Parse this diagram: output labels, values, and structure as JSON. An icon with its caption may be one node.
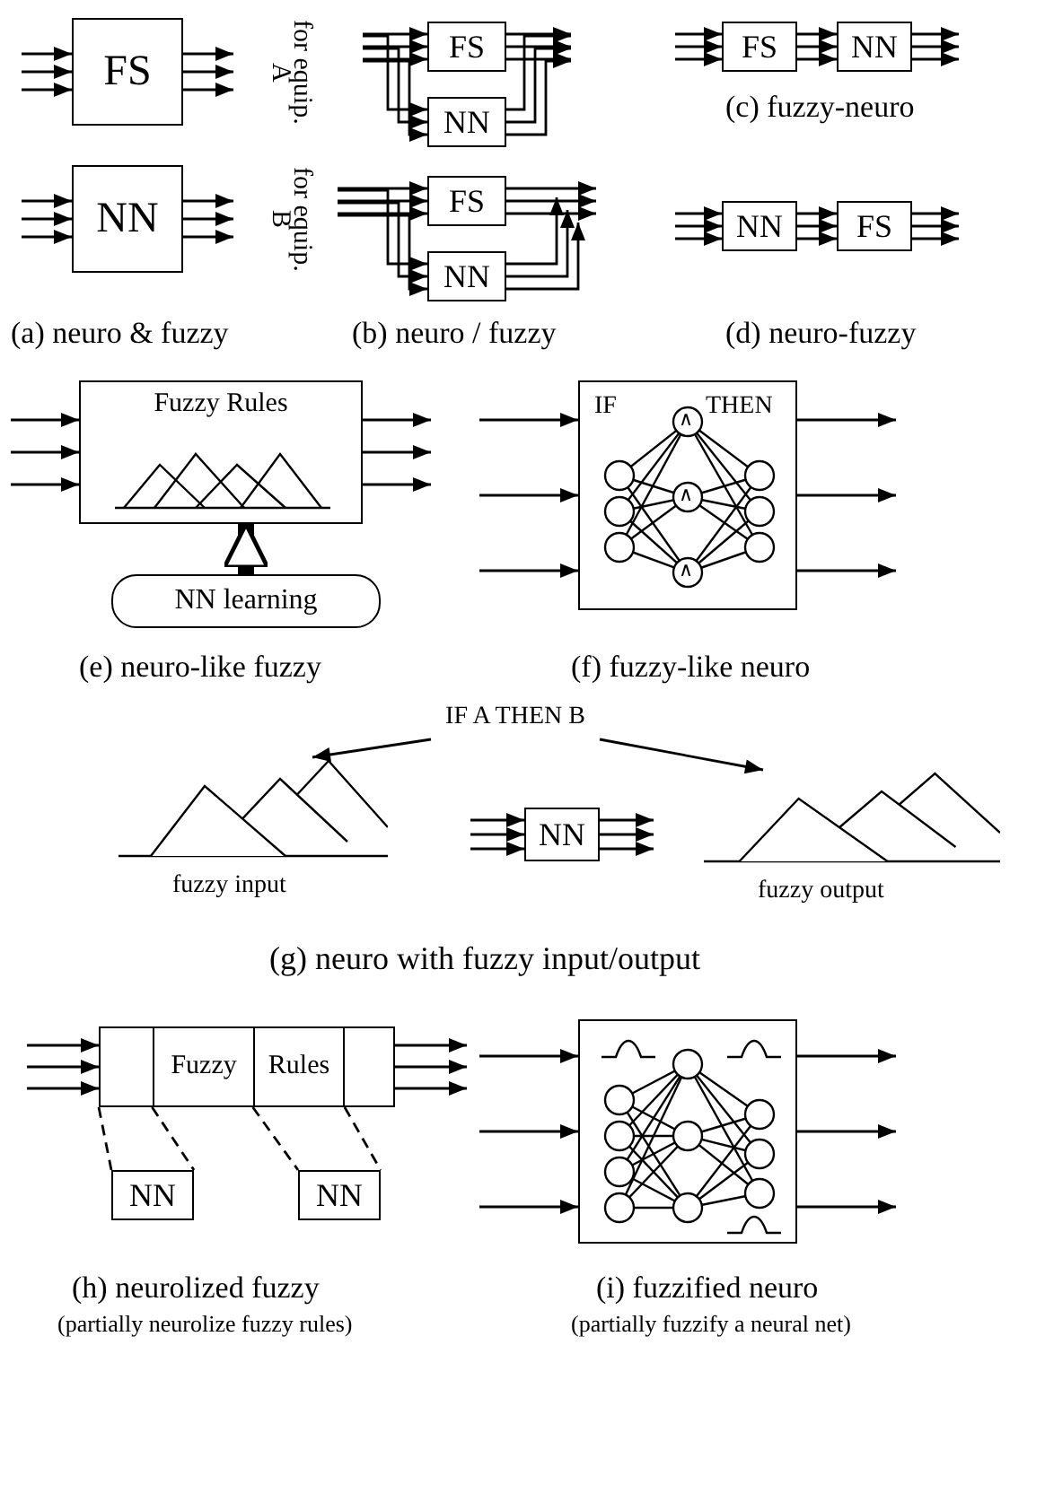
{
  "diagram": {
    "nodes": [
      {
        "text": [
          "FS"
        ]
      },
      {
        "text": [
          "NN"
        ]
      },
      {
        "text": [
          "FS"
        ]
      },
      {
        "text": [
          "NN"
        ]
      },
      {
        "text": [
          "FS"
        ]
      },
      {
        "text": [
          "NN"
        ]
      },
      {
        "text": [
          "FS"
        ]
      },
      {
        "text": [
          "NN"
        ]
      },
      {
        "text": [
          "NN"
        ]
      },
      {
        "text": [
          "FS"
        ]
      },
      {
        "text": [
          "Fuzzy Rules"
        ]
      },
      {
        "text": [
          "NN learning"
        ]
      },
      {
        "text": [
          "IF",
          "THEN"
        ]
      },
      {
        "text": [
          "IF A THEN B"
        ]
      },
      {
        "text": [],
        "shape": "picture",
        "beside": [
          "fuzzy input"
        ]
      },
      {
        "text": [
          "NN"
        ]
      },
      {
        "text": [],
        "shape": "picture",
        "beside": [
          "fuzzy output"
        ]
      },
      {
        "text": [
          "Fuzzy",
          "Rules"
        ]
      },
      {
        "text": [
          "NN"
        ]
      },
      {
        "text": [
          "NN"
        ]
      },
      {
        "text": [],
        "shape": "box"
      }
    ],
    "edges": [
      {
        "from": null,
        "to": 0,
        "arrow": "to"
      },
      {
        "from": null,
        "to": 0,
        "arrow": "to"
      },
      {
        "from": null,
        "to": 0,
        "arrow": "to"
      },
      {
        "from": 0,
        "to": null,
        "arrow": "to"
      },
      {
        "from": 0,
        "to": null,
        "arrow": "to"
      },
      {
        "from": 0,
        "to": null,
        "arrow": "to"
      },
      {
        "from": null,
        "to": 1,
        "arrow": "to"
      },
      {
        "from": null,
        "to": 1,
        "arrow": "to"
      },
      {
        "from": null,
        "to": 1,
        "arrow": "to"
      },
      {
        "from": 1,
        "to": null,
        "arrow": "to"
      },
      {
        "from": 1,
        "to": null,
        "arrow": "to"
      },
      {
        "from": 1,
        "to": null,
        "arrow": "to"
      },
      {
        "from": null,
        "to": 2,
        "arrow": "to"
      },
      {
        "from": null,
        "to": 2,
        "arrow": "to"
      },
      {
        "from": null,
        "to": 2,
        "arrow": "to"
      },
      {
        "from": null,
        "to": 3,
        "arrow": "to"
      },
      {
        "from": null,
        "to": 3,
        "arrow": "to"
      },
      {
        "from": null,
        "to": 3,
        "arrow": "to"
      },
      {
        "from": 2,
        "to": null,
        "arrow": "to"
      },
      {
        "from": 2,
        "to": null,
        "arrow": "to"
      },
      {
        "from": 2,
        "to": null,
        "arrow": "to"
      },
      {
        "from": 3,
        "to": null,
        "arrow": "to"
      },
      {
        "from": 3,
        "to": null,
        "arrow": "to"
      },
      {
        "from": 3,
        "to": null,
        "arrow": "to"
      },
      {
        "from": null,
        "to": 4,
        "arrow": "to"
      },
      {
        "from": null,
        "to": 4,
        "arrow": "to"
      },
      {
        "from": null,
        "to": 4,
        "arrow": "to"
      },
      {
        "from": null,
        "to": 5,
        "arrow": "to"
      },
      {
        "from": null,
        "to": 5,
        "arrow": "to"
      },
      {
        "from": null,
        "to": 5,
        "arrow": "to"
      },
      {
        "from": 4,
        "to": null,
        "arrow": "to"
      },
      {
        "from": 4,
        "to": null,
        "arrow": "to"
      },
      {
        "from": 4,
        "to": null,
        "arrow": "to"
      },
      {
        "from": 5,
        "to": null,
        "arrow": "to"
      },
      {
        "from": 5,
        "to": null,
        "arrow": "to"
      },
      {
        "from": 5,
        "to": null,
        "arrow": "to"
      },
      {
        "from": null,
        "to": 6,
        "arrow": "to"
      },
      {
        "from": null,
        "to": 6,
        "arrow": "to"
      },
      {
        "from": null,
        "to": 6,
        "arrow": "to"
      },
      {
        "from": 6,
        "to": 7,
        "arrow": "to"
      },
      {
        "from": 6,
        "to": 7,
        "arrow": "to"
      },
      {
        "from": 6,
        "to": 7,
        "arrow": "to"
      },
      {
        "from": 7,
        "to": null,
        "arrow": "to"
      },
      {
        "from": 7,
        "to": null,
        "arrow": "to"
      },
      {
        "from": 7,
        "to": null,
        "arrow": "to"
      },
      {
        "from": null,
        "to": 8,
        "arrow": "to"
      },
      {
        "from": null,
        "to": 8,
        "arrow": "to"
      },
      {
        "from": null,
        "to": 8,
        "arrow": "to"
      },
      {
        "from": 8,
        "to": 9,
        "arrow": "to"
      },
      {
        "from": 8,
        "to": 9,
        "arrow": "to"
      },
      {
        "from": 8,
        "to": 9,
        "arrow": "to"
      },
      {
        "from": 9,
        "to": null,
        "arrow": "to"
      },
      {
        "from": 9,
        "to": null,
        "arrow": "to"
      },
      {
        "from": 9,
        "to": null,
        "arrow": "to"
      },
      {
        "from": null,
        "to": 10,
        "arrow": "to"
      },
      {
        "from": null,
        "to": 10,
        "arrow": "to"
      },
      {
        "from": null,
        "to": 10,
        "arrow": "to"
      },
      {
        "from": 10,
        "to": null,
        "arrow": "to"
      },
      {
        "from": 10,
        "to": null,
        "arrow": "to"
      },
      {
        "from": 10,
        "to": null,
        "arrow": "to"
      },
      {
        "from": 11,
        "to": 10,
        "arrow": "to",
        "style": "thick"
      },
      {
        "from": null,
        "to": 12,
        "arrow": "to"
      },
      {
        "from": null,
        "to": 12,
        "arrow": "to"
      },
      {
        "from": null,
        "to": 12,
        "arrow": "to"
      },
      {
        "from": 12,
        "to": null,
        "arrow": "to"
      },
      {
        "from": 12,
        "to": null,
        "arrow": "to"
      },
      {
        "from": 12,
        "to": null,
        "arrow": "to"
      },
      {
        "from": 13,
        "to": 14,
        "arrow": "to"
      },
      {
        "from": 13,
        "to": 16,
        "arrow": "to"
      },
      {
        "from": null,
        "to": 15,
        "arrow": "to"
      },
      {
        "from": null,
        "to": 15,
        "arrow": "to"
      },
      {
        "from": null,
        "to": 15,
        "arrow": "to"
      },
      {
        "from": 15,
        "to": null,
        "arrow": "to"
      },
      {
        "from": 15,
        "to": null,
        "arrow": "to"
      },
      {
        "from": 15,
        "to": null,
        "arrow": "to"
      },
      {
        "from": null,
        "to": 17,
        "arrow": "to"
      },
      {
        "from": null,
        "to": 17,
        "arrow": "to"
      },
      {
        "from": null,
        "to": 17,
        "arrow": "to"
      },
      {
        "from": 17,
        "to": null,
        "arrow": "to"
      },
      {
        "from": 17,
        "to": null,
        "arrow": "to"
      },
      {
        "from": 17,
        "to": null,
        "arrow": "to"
      },
      {
        "from": 17,
        "to": 18,
        "arrow": "none",
        "style": "dashed"
      },
      {
        "from": 17,
        "to": 18,
        "arrow": "none",
        "style": "dashed"
      },
      {
        "from": 17,
        "to": 19,
        "arrow": "none",
        "style": "dashed"
      },
      {
        "from": 17,
        "to": 19,
        "arrow": "none",
        "style": "dashed"
      },
      {
        "from": null,
        "to": 20,
        "arrow": "to"
      },
      {
        "from": null,
        "to": 20,
        "arrow": "to"
      },
      {
        "from": null,
        "to": 20,
        "arrow": "to"
      },
      {
        "from": 20,
        "to": null,
        "arrow": "to"
      },
      {
        "from": 20,
        "to": null,
        "arrow": "to"
      },
      {
        "from": 20,
        "to": null,
        "arrow": "to"
      }
    ],
    "labels": [
      "for equip. A",
      "for equip. B",
      "(c) fuzzy-neuro",
      "(a) neuro & fuzzy",
      "(b) neuro / fuzzy",
      "(d) neuro-fuzzy",
      "∧",
      "∧",
      "∧",
      "(e) neuro-like fuzzy",
      "(f) fuzzy-like neuro",
      "(g) neuro with fuzzy input/output",
      "(h) neurolized fuzzy",
      "(i) fuzzified neuro",
      "(partially neurolize fuzzy rules)",
      "(partially fuzzify a neural net)"
    ]
  }
}
